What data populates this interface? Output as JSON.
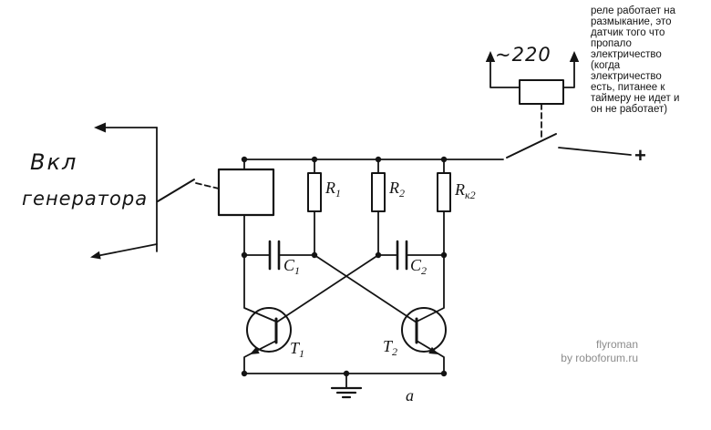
{
  "page": {
    "background": "#ffffff"
  },
  "colors": {
    "ink": "#141414",
    "watermark_gray": "#8c8c8c"
  },
  "notes": {
    "relay_note": "реле работает на\nразмыкание, это\nдатчик того что\nпропало\nэлектричество\n(когда\nэлектричество\nесть, питанее к\nтаймеру не идет и\nон не работает)",
    "mains_voltage": "~220",
    "plus_sign": "+",
    "switch_caption_line1": "Вкл",
    "switch_caption_line2": "генератора",
    "figure_letter": "а",
    "watermark": "flyroman\nby roboforum.ru"
  },
  "components": {
    "r1": {
      "name": "R",
      "sub": "1"
    },
    "r2": {
      "name": "R",
      "sub": "2"
    },
    "rk2": {
      "name": "R",
      "sub": "к2"
    },
    "c1": {
      "name": "C",
      "sub": "1"
    },
    "c2": {
      "name": "C",
      "sub": "2"
    },
    "t1": {
      "name": "T",
      "sub": "1"
    },
    "t2": {
      "name": "T",
      "sub": "2"
    }
  }
}
